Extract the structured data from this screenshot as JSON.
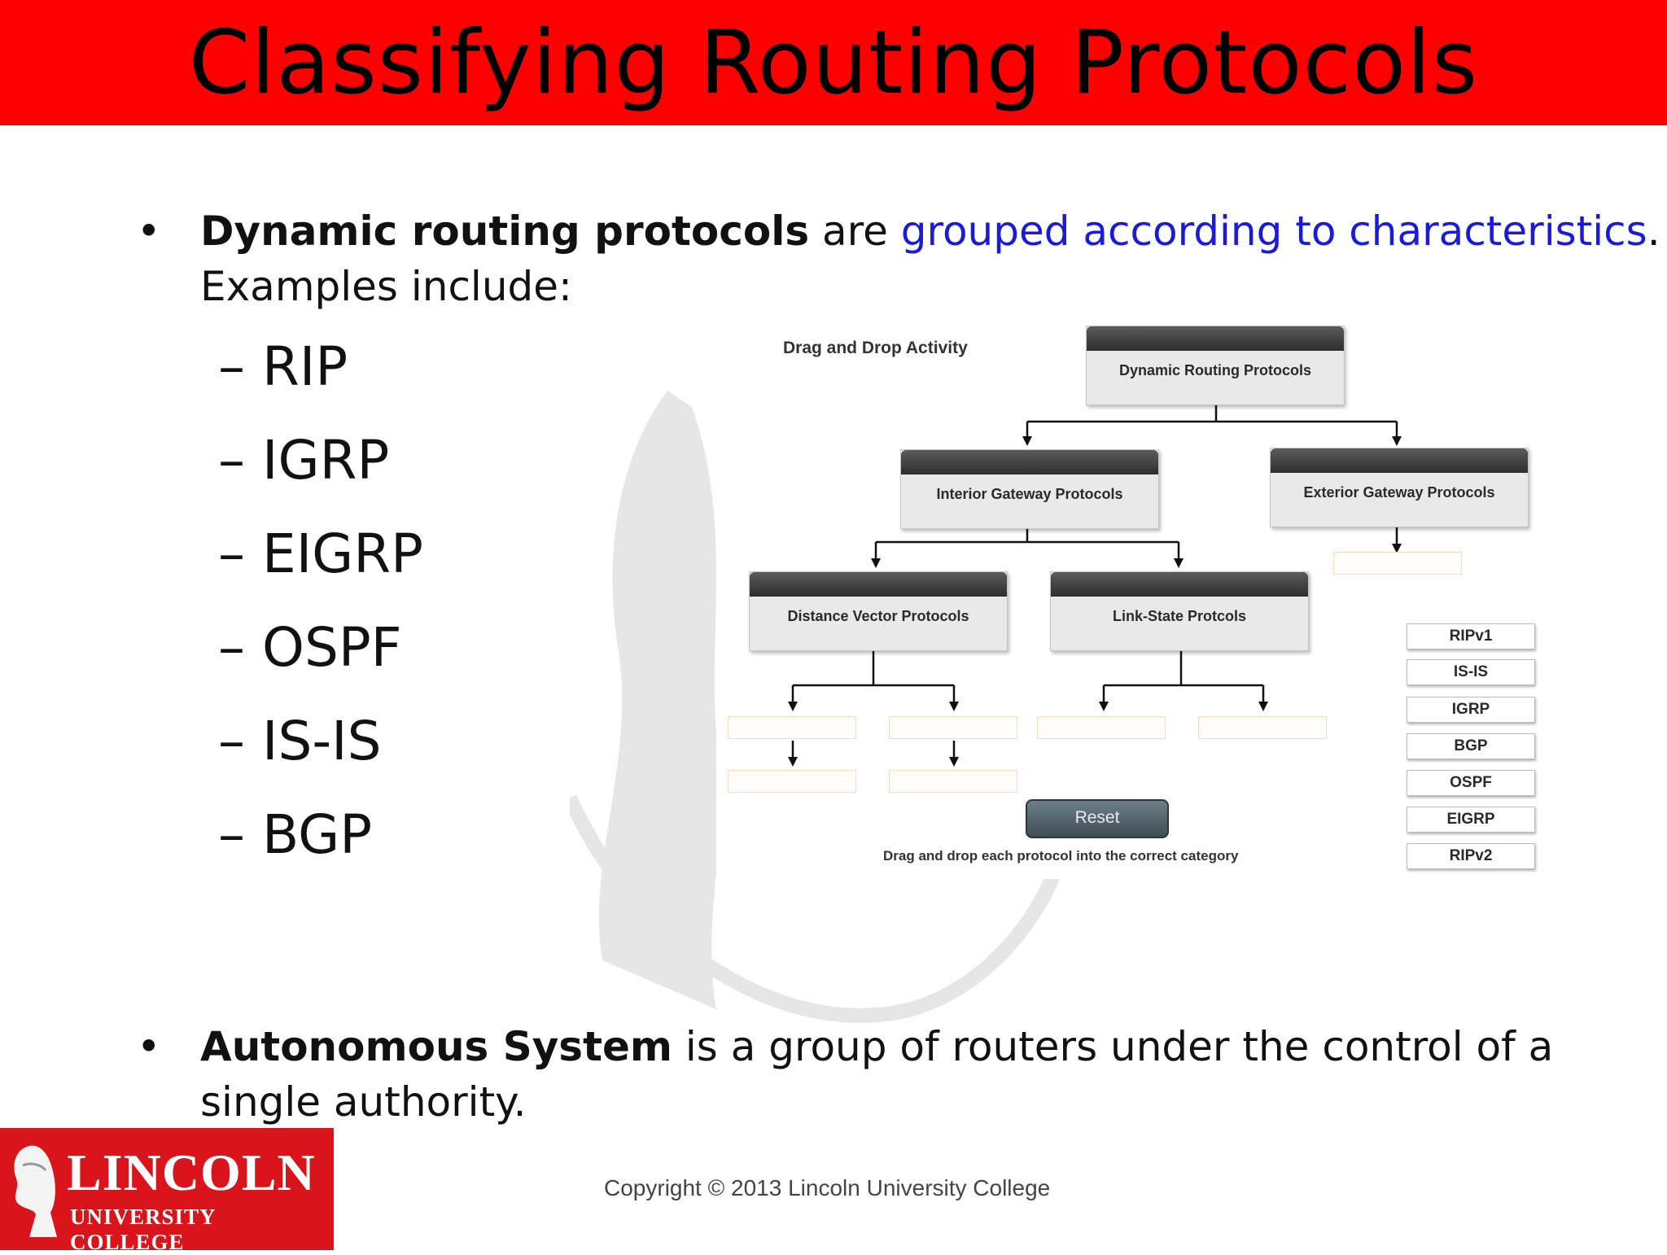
{
  "slide": {
    "title": "Classifying Routing Protocols",
    "bullet1": {
      "bold": "Dynamic routing protocols",
      "mid": " are ",
      "highlight": "grouped according to characteristics",
      "end": ".",
      "line2": "Examples include:"
    },
    "protocols": [
      "RIP",
      "IGRP",
      "EIGRP",
      "OSPF",
      "IS-IS",
      "BGP"
    ],
    "bullet2": {
      "bold": "Autonomous System",
      "rest": " is a group of routers under the control of a",
      "line2": "single authority."
    },
    "copyright": "Copyright © 2013 Lincoln University College"
  },
  "activity": {
    "title": "Drag and Drop Activity",
    "root": "Dynamic Routing Protocols",
    "interior": "Interior Gateway Protocols",
    "exterior": "Exterior Gateway Protocols",
    "distance_vector": "Distance Vector Protocols",
    "link_state": "Link-State Protcols",
    "reset_label": "Reset",
    "instruction": "Drag and drop each protocol into the correct category",
    "chips": [
      "RIPv1",
      "IS-IS",
      "IGRP",
      "BGP",
      "OSPF",
      "EIGRP",
      "RIPv2"
    ]
  },
  "logo": {
    "line1": "LINCOLN",
    "line2": "UNIVERSITY COLLEGE"
  },
  "colors": {
    "title_bar": "#ff0000",
    "highlight": "#1a1adb",
    "logo_bg": "#d9141b"
  }
}
